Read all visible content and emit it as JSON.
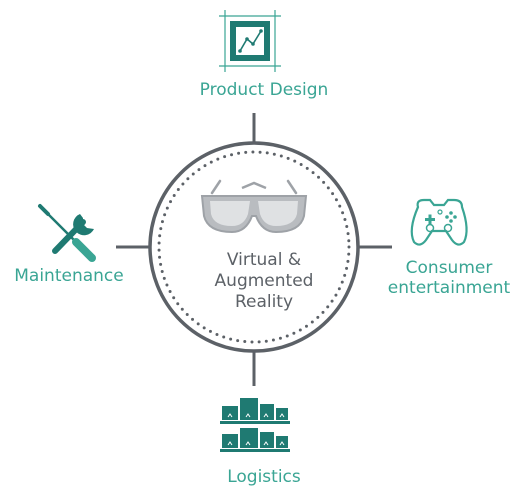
{
  "center": {
    "line1": "Virtual &",
    "line2": "Augmented",
    "line3": "Reality"
  },
  "nodes": {
    "top": {
      "label": "Product Design",
      "icon": "design-canvas-icon"
    },
    "left": {
      "label": "Maintenance",
      "icon": "wrench-screwdriver-icon"
    },
    "right": {
      "line1": "Consumer",
      "line2": "entertainment",
      "icon": "game-controller-icon"
    },
    "bottom": {
      "label": "Logistics",
      "icon": "boxes-shelf-icon"
    }
  },
  "colors": {
    "accent": "#3aa594",
    "icon_teal": "#1f7a72",
    "ring": "#5c6167",
    "glasses": "#b9bcc0"
  }
}
